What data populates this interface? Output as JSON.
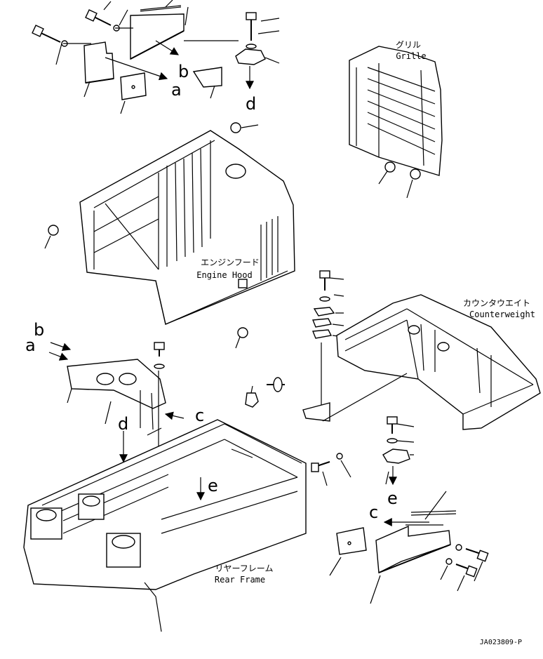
{
  "labels": {
    "grille_jp": "グリル",
    "grille_en": "Grille",
    "hood_jp": "エンジンフード",
    "hood_en": "Engine Hood",
    "counterweight_jp": "カウンタウエイト",
    "counterweight_en": "Counterweight",
    "rear_frame_jp": "リヤーフレーム",
    "rear_frame_en": "Rear Frame",
    "drawing_id": "JA023809-P"
  },
  "callouts": {
    "a_top": "a",
    "b_top": "b",
    "d_top": "d",
    "b_left": "b",
    "a_left": "a",
    "c_mid": "c",
    "d_mid": "d",
    "e_mid": "e",
    "e_right": "e",
    "c_right": "c"
  }
}
